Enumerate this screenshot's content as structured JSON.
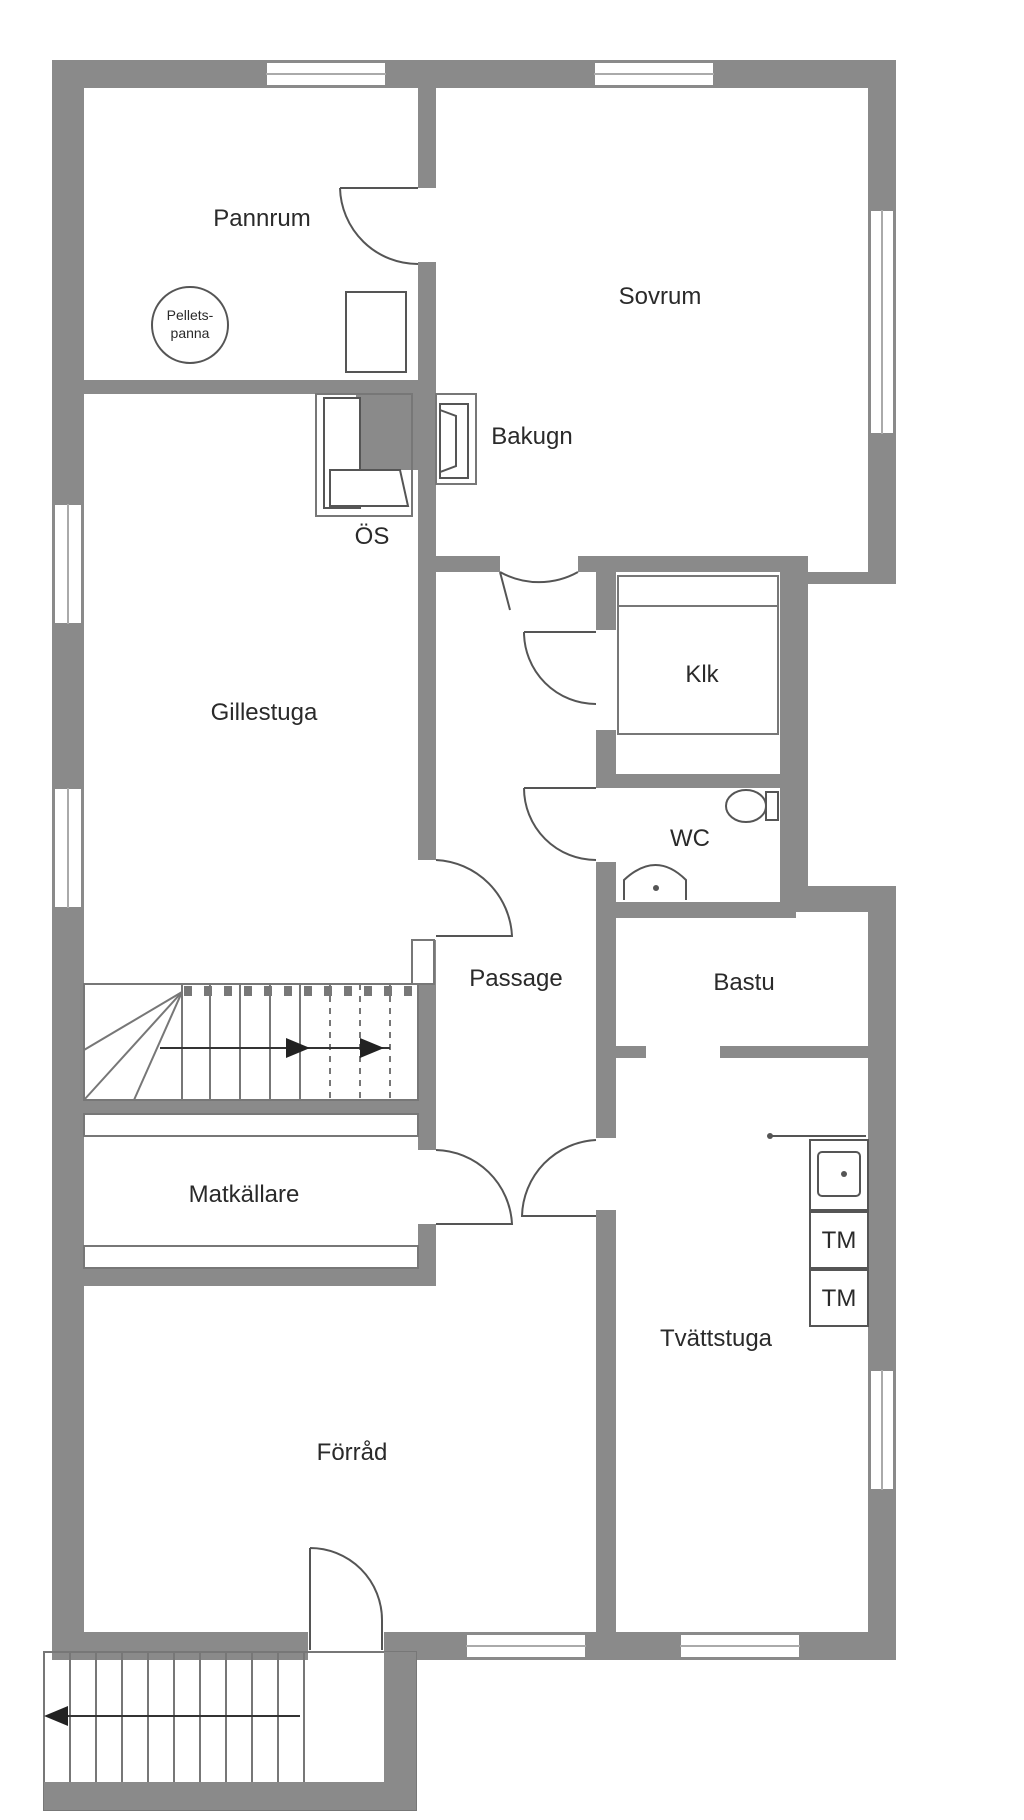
{
  "rooms": {
    "pannrum": "Pannrum",
    "pellets_line1": "Pellets-",
    "pellets_line2": "panna",
    "sovrum": "Sovrum",
    "bakugn": "Bakugn",
    "os": "ÖS",
    "gillestuga": "Gillestuga",
    "klk": "Klk",
    "wc": "WC",
    "passage": "Passage",
    "bastu": "Bastu",
    "matkallare": "Matkällare",
    "tm1": "TM",
    "tm2": "TM",
    "tvattstuga": "Tvättstuga",
    "forrad": "Förråd"
  },
  "colors": {
    "wall": "#8a8a8a",
    "background": "#ffffff",
    "text": "#2a2a2a"
  }
}
